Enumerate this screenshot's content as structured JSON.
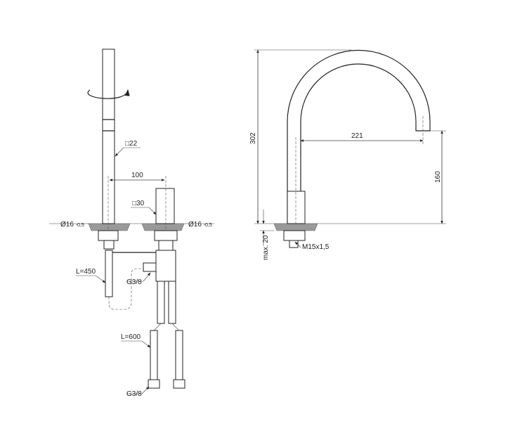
{
  "labels": {
    "spout_square": "□22",
    "distance": "100",
    "handle_square": "□30",
    "hole_left": "Ø16",
    "hole_left_tol": "-0,5",
    "hole_right": "Ø16",
    "hole_right_tol": "-0,5",
    "hose_short": "L=450",
    "conn_upper": "G3/8",
    "hose_long": "L=600",
    "conn_lower": "G3/8",
    "height_total": "302",
    "reach": "221",
    "height_outlet": "160",
    "deck_max": "max. 20",
    "thread": "M15x1,5"
  },
  "colors": {
    "line": "#222222",
    "counter": "#999999"
  }
}
